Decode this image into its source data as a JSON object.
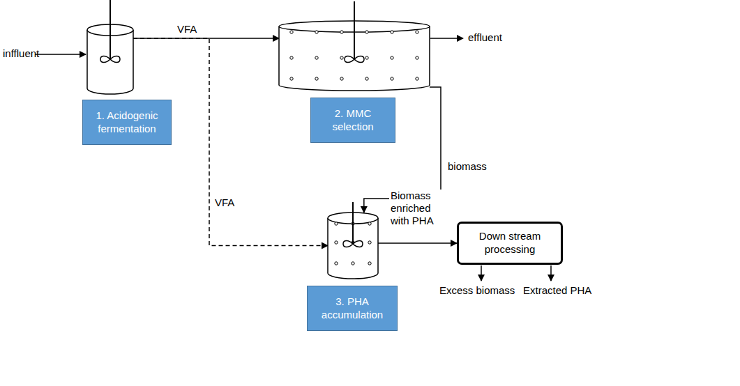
{
  "diagram": {
    "nodes": [
      {
        "text": [
          "1. Acidogenic fermentation"
        ]
      },
      {
        "text": [
          "2. MMC selection"
        ]
      },
      {
        "text": [
          "3. PHA accumulation"
        ]
      },
      {
        "text": [
          "Down stream processing"
        ]
      }
    ],
    "edges": [
      {
        "from": 0,
        "to": 1,
        "label": "VFA",
        "arrow": "to"
      },
      {
        "from": 1,
        "to": 2,
        "label": "biomass",
        "arrow": "to"
      },
      {
        "from": 0,
        "to": 2,
        "label": "VFA",
        "arrow": "to"
      },
      {
        "from": 2,
        "to": 3,
        "label": "Biomass enriched with PHA",
        "arrow": "to"
      }
    ],
    "labels": [
      "inffluent",
      "effluent",
      "Excess biomass",
      "Extracted PHA"
    ]
  }
}
